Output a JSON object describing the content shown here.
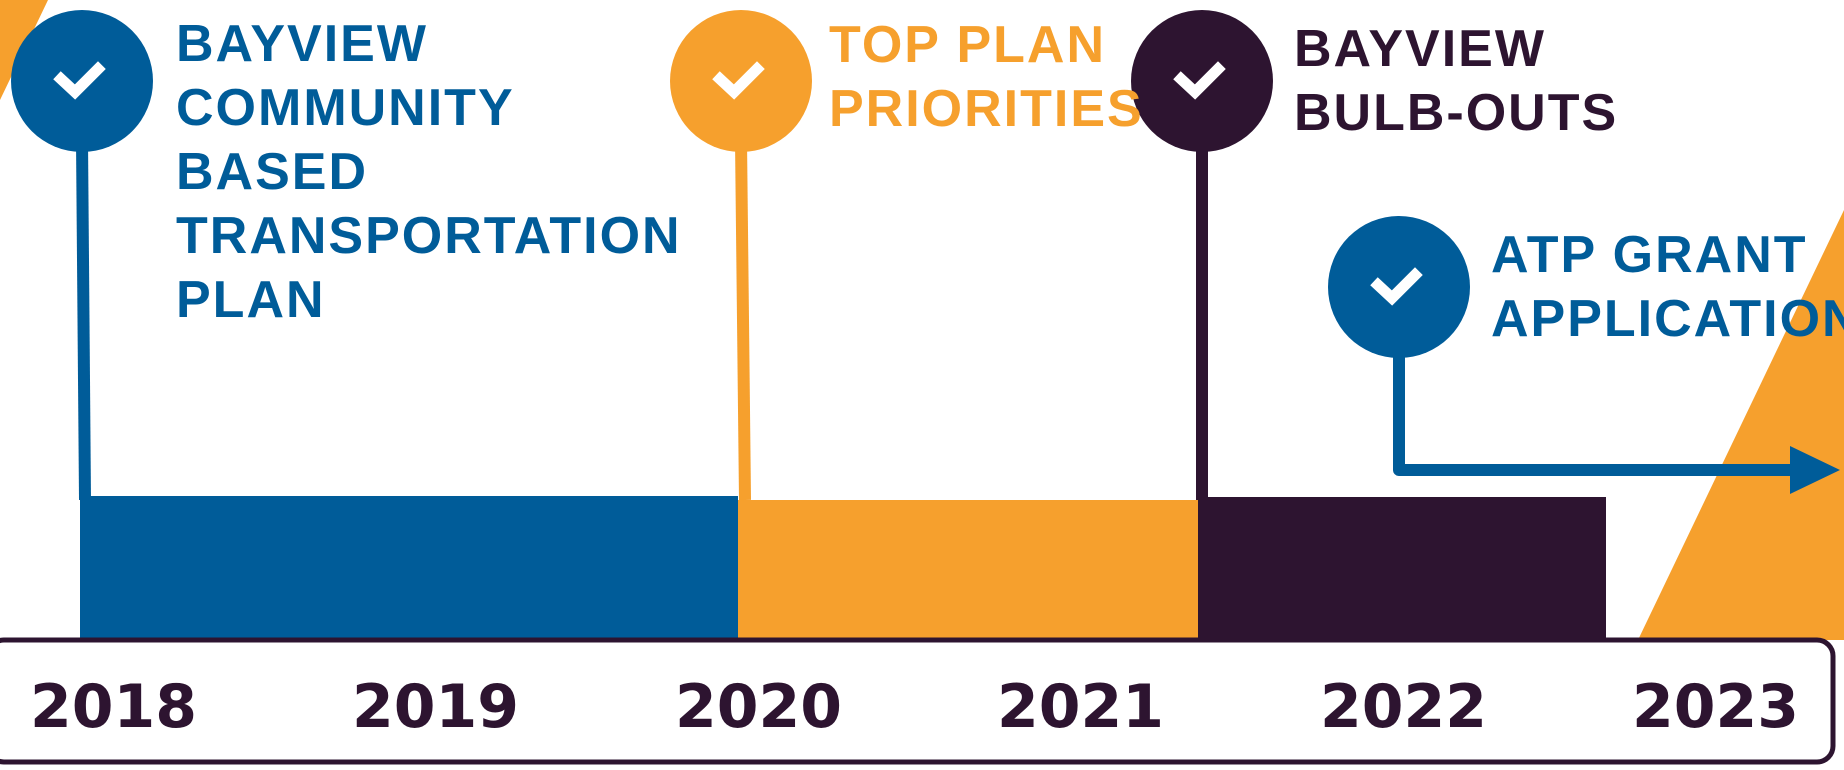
{
  "colors": {
    "blue": "#005c99",
    "orange": "#f6a02d",
    "dark": "#2d1430",
    "white": "#ffffff"
  },
  "milestones": [
    {
      "lines": [
        "BAYVIEW",
        "COMMUNITY",
        "BASED",
        "TRANSPORTATION",
        "PLAN"
      ],
      "color": "blue",
      "icon": "check-icon"
    },
    {
      "lines": [
        "TOP PLAN",
        "PRIORITIES"
      ],
      "color": "orange",
      "icon": "check-icon"
    },
    {
      "lines": [
        "BAYVIEW",
        "BULB-OUTS"
      ],
      "color": "dark",
      "icon": "check-icon"
    },
    {
      "lines": [
        "ATP GRANT",
        "APPLICATION"
      ],
      "color": "blue",
      "icon": "check-icon"
    }
  ],
  "years": [
    "2018",
    "2019",
    "2020",
    "2021",
    "2022",
    "2023"
  ]
}
